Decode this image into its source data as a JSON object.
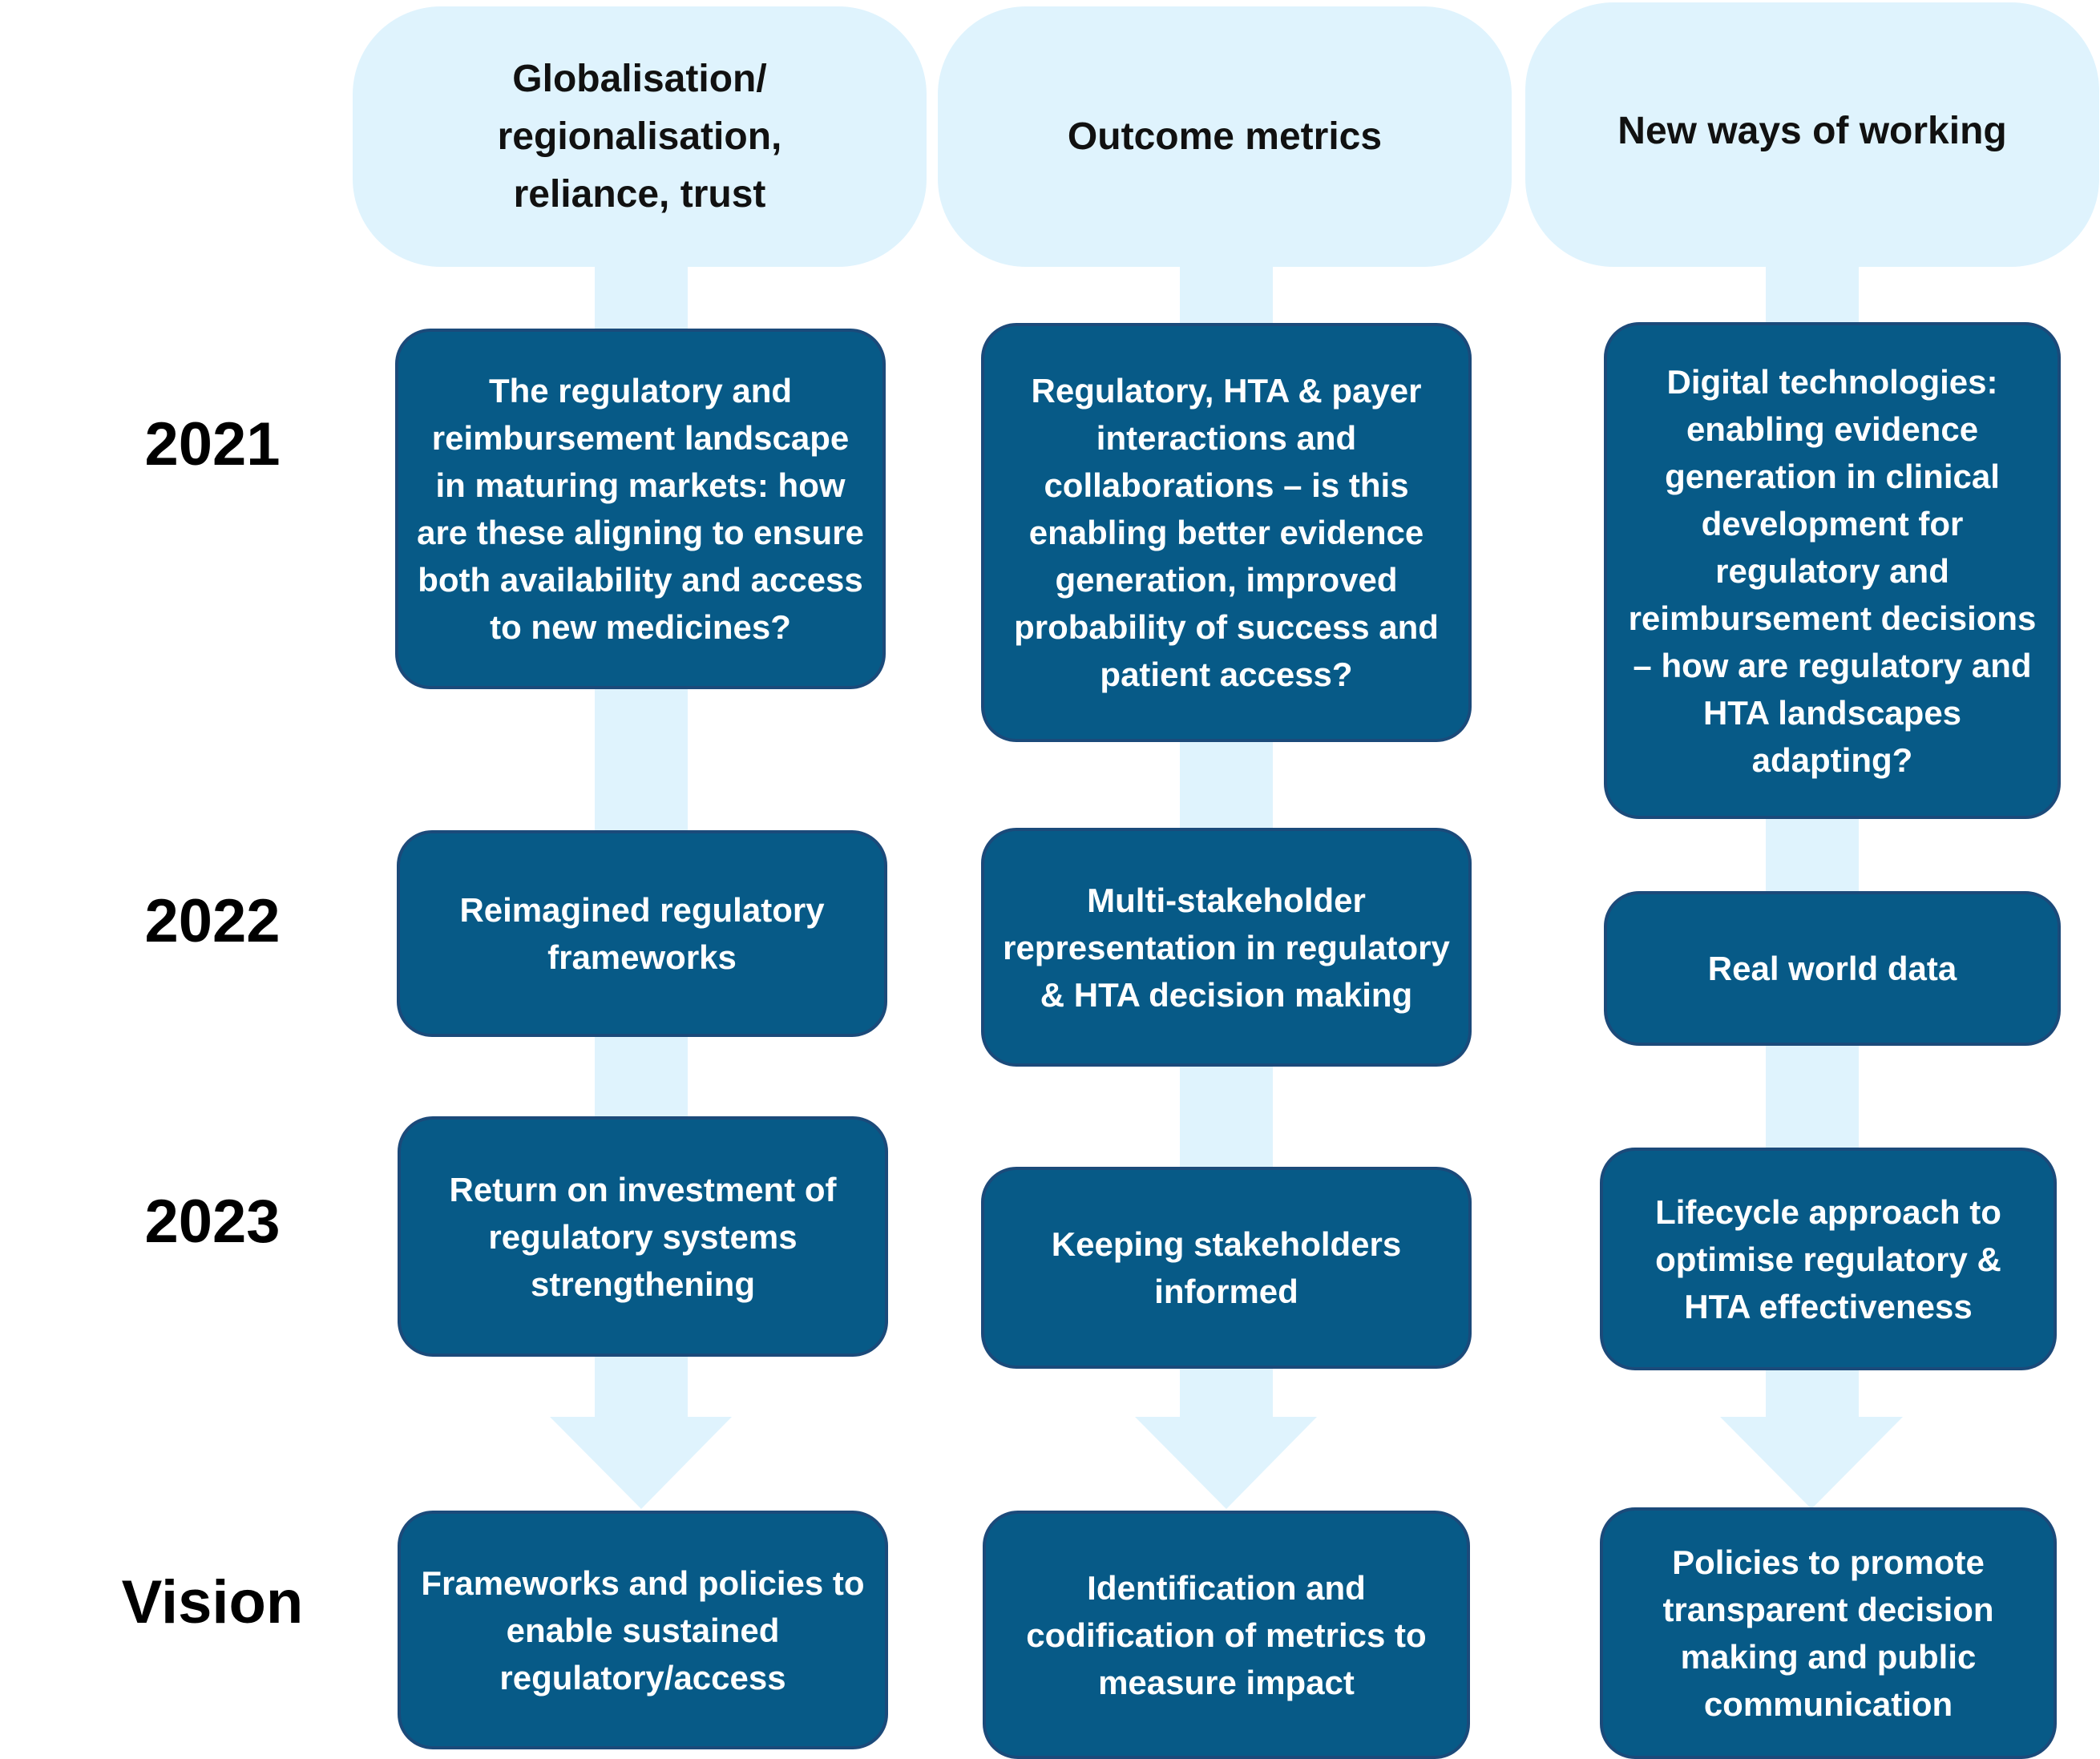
{
  "columns": [
    {
      "header": "Globalisation/\nregionalisation,\nreliance, trust",
      "items": [
        "The regulatory and reimbursement landscape in maturing markets: how are these aligning to ensure both availability and access to new medicines?",
        "Reimagined regulatory frameworks",
        "Return on investment of regulatory systems strengthening",
        "Frameworks and policies to enable sustained regulatory/access"
      ]
    },
    {
      "header": "Outcome metrics",
      "items": [
        "Regulatory, HTA & payer interactions and collaborations – is this enabling better evidence generation, improved probability of success and patient access?",
        "Multi-stakeholder representation in regulatory & HTA decision making",
        "Keeping stakeholders informed",
        "Identification and codification of metrics to measure impact"
      ]
    },
    {
      "header": "New ways of working",
      "items": [
        "Digital technologies: enabling evidence generation in clinical development for regulatory and reimbursement decisions – how are regulatory and HTA landscapes adapting?",
        "Real world data",
        "Lifecycle approach to optimise regulatory & HTA effectiveness",
        "Policies to promote transparent decision making and public communication"
      ]
    }
  ],
  "row_labels": [
    "2021",
    "2022",
    "2023",
    "Vision"
  ],
  "colors": {
    "header_fill": "#dff3fd",
    "arrow_fill": "#dff3fd",
    "box_fill": "#075a87",
    "box_border": "#1b4a7a",
    "box_text": "#ffffff"
  }
}
